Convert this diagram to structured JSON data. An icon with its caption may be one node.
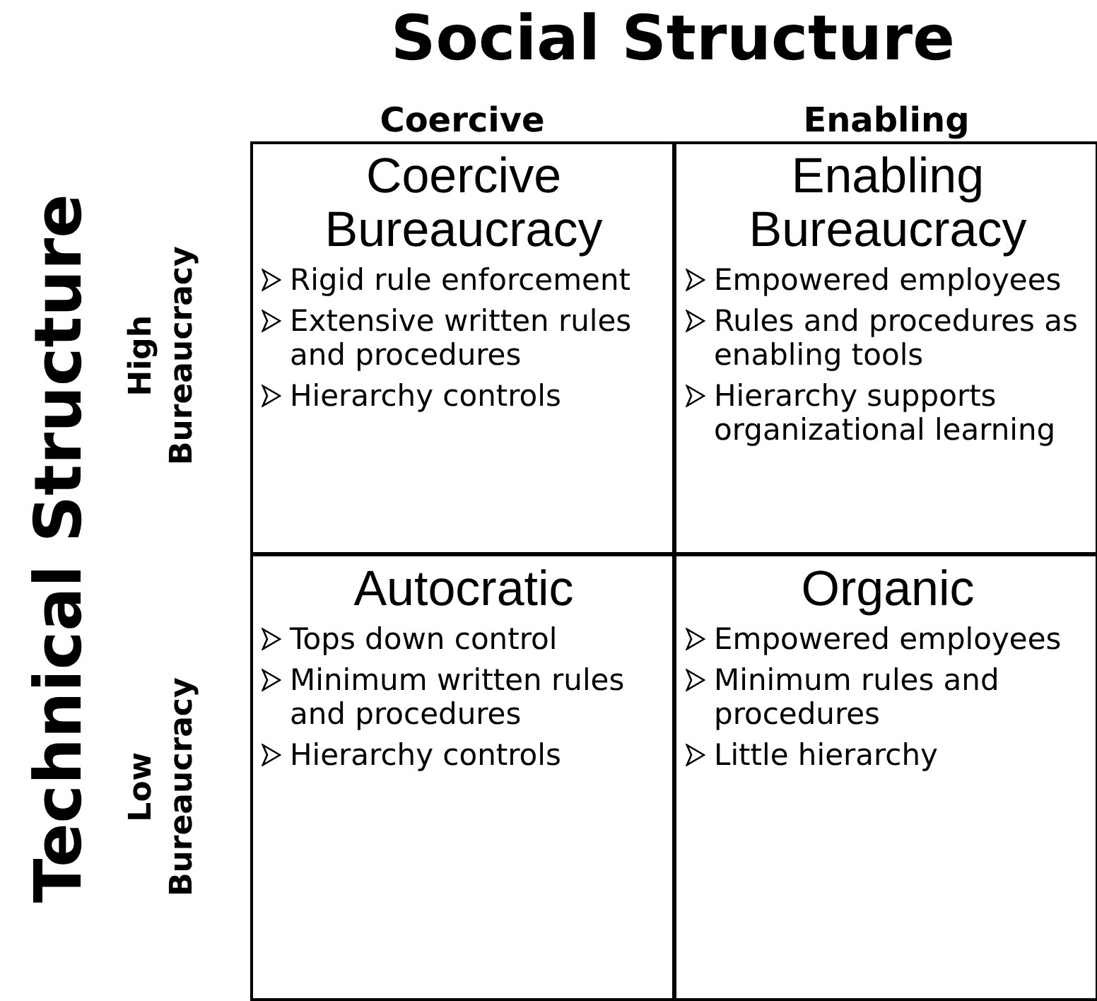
{
  "diagram": {
    "title": "Social Structure",
    "nodes": [
      {
        "text": [
          "Coercive Bureaucracy",
          "Rigid rule enforcement",
          "Extensive written rules and procedures",
          "Hierarchy controls"
        ]
      },
      {
        "text": [
          "Enabling Bureaucracy",
          "Empowered employees",
          "Rules and procedures as enabling tools",
          "Hierarchy supports organizational learning"
        ]
      },
      {
        "text": [
          "Autocratic",
          "Tops down control",
          "Minimum written rules and procedures",
          "Hierarchy controls"
        ]
      },
      {
        "text": [
          "Organic",
          "Empowered employees",
          "Minimum rules and procedures",
          "Little hierarchy"
        ]
      }
    ],
    "edges": [],
    "labels": [
      "Coercive",
      "Enabling",
      "Technical Structure",
      "High Bureaucracy",
      "Low Bureaucracy"
    ]
  }
}
